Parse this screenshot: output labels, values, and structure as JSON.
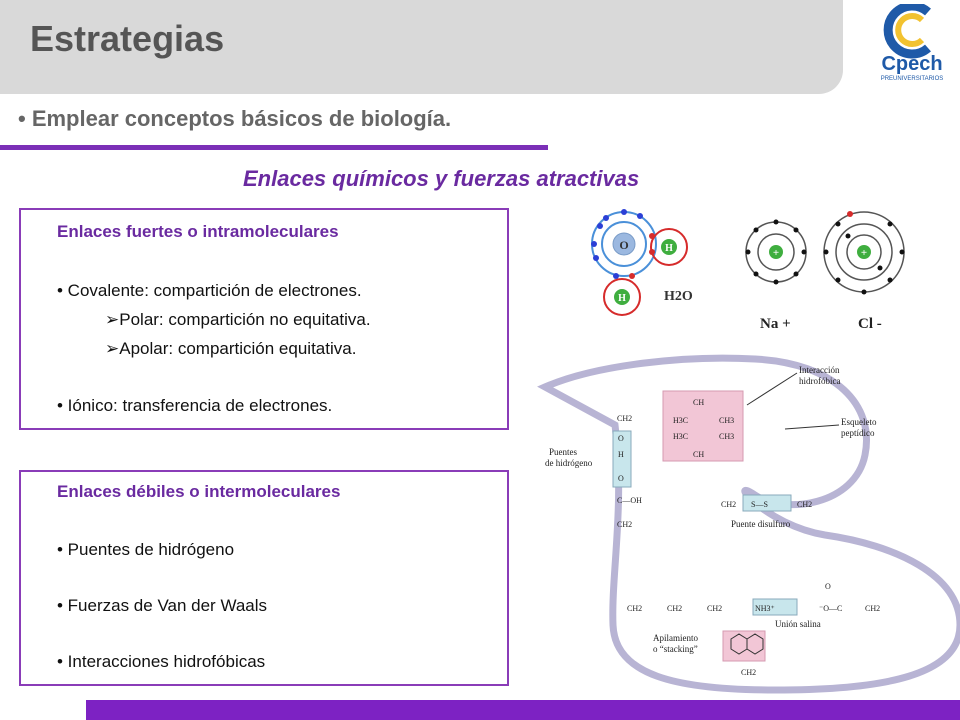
{
  "header": {
    "title": "Estrategias",
    "logo_text": "Cpech",
    "logo_sub": "PREUNIVERSITARIOS"
  },
  "intro": {
    "bullet": "• Emplear conceptos básicos de biología."
  },
  "section_title": "Enlaces químicos y fuerzas atractivas",
  "strong_box": {
    "title": "Enlaces fuertes o intramoleculares",
    "items": [
      "• Covalente: compartición de electrones.",
      "➢Polar: compartición no equitativa.",
      "➢Apolar: compartición equitativa.",
      "• Iónico: transferencia de electrones."
    ]
  },
  "weak_box": {
    "title": "Enlaces débiles o intermoleculares",
    "items": [
      "• Puentes de hidrógeno",
      "• Fuerzas de Van der Waals",
      "• Interacciones hidrofóbicas"
    ]
  },
  "atoms_diagram": {
    "o_label": "O",
    "h_label": "H",
    "water_label": "H2O",
    "na_label": "Na +",
    "cl_label": "Cl -",
    "plus": "+"
  },
  "protein_diagram": {
    "hydrophobic_label_1": "Interacción",
    "hydrophobic_label_2": "hidrofóbica",
    "backbone_label_1": "Esqueleto",
    "backbone_label_2": "peptídico",
    "hbond_label_1": "Puentes",
    "hbond_label_2": "de hidrógeno",
    "disulfide_label": "Puente disulfuro",
    "salt_label": "Unión salina",
    "stacking_label_1": "Apilamiento",
    "stacking_label_2": "o “stacking”",
    "ch": "CH",
    "ch2": "CH2",
    "h3c": "H3C",
    "ch3": "CH3",
    "o": "O",
    "h": "H",
    "c_oh": "C—OH",
    "s_s": "S—S",
    "nh3": "NH3⁺",
    "o_minus": "⁻O—C",
    "c_o": "O"
  },
  "colors": {
    "accent": "#7d22c3",
    "title_purple": "#6a2aa0",
    "pink": "#f2c6d6"
  }
}
